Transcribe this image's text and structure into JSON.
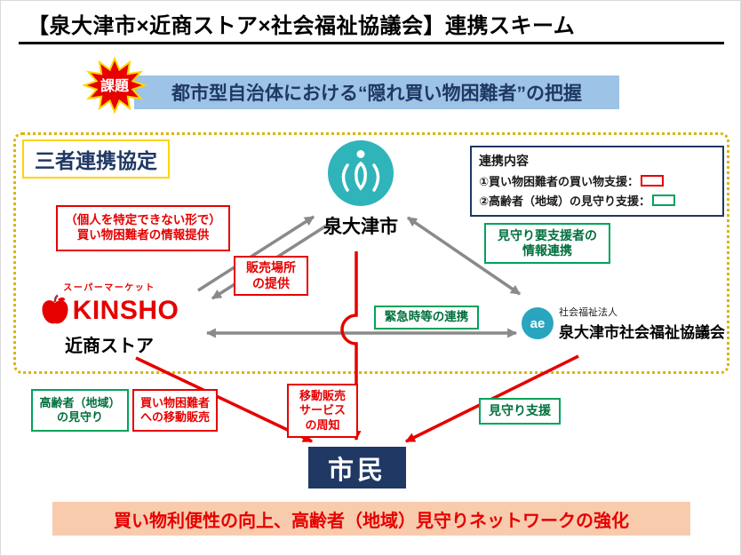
{
  "title": "【泉大津市×近商ストア×社会福祉協議会】連携スキーム",
  "challenge": {
    "badge": "課題",
    "statement": "都市型自治体における“隠れ買い物困難者”の把握"
  },
  "agreement": {
    "label": "三者連携協定",
    "city_name": "泉大津市",
    "legend": {
      "title": "連携内容",
      "item1": "①買い物困難者の買い物支援：",
      "item2": "②高齢者（地域）の見守り支援："
    },
    "boxes": {
      "info_provide": "（個人を特定できない形で）\n買い物困難者の情報提供",
      "sales_place": "販売場所\nの提供",
      "watch_info": "見守り要支援者の\n情報連携",
      "emergency": "緊急時等の連携"
    },
    "kinsho": {
      "super_label": "スーパーマーケット",
      "logo_text": "KINSHO",
      "name": "近商ストア"
    },
    "council": {
      "logo_text": "ae",
      "corp_type": "社会福祉法人",
      "name": "泉大津市社会福祉協議会"
    }
  },
  "flows": {
    "elderly_watch": "高齢者（地域）\nの見守り",
    "mobile_sales": "買い物困難者\nへの移動販売",
    "mobile_service_notice": "移動販売\nサービス\nの周知",
    "watch_support": "見守り支援"
  },
  "citizens": "市民",
  "goal": "買い物利便性の向上、高齢者（地域）見守りネットワークの強化",
  "colors": {
    "red": "#e60000",
    "green": "#00a35a",
    "green_dark": "#00703c",
    "navy": "#1f3864",
    "gray": "#8a8a8a",
    "teal": "#2fb4ba",
    "band_blue": "#9dc3e6",
    "banner_pink": "#f8cbad",
    "gold": "#d9b500",
    "gold_bright": "#ffd400",
    "council_blue": "#2aa5c0"
  }
}
